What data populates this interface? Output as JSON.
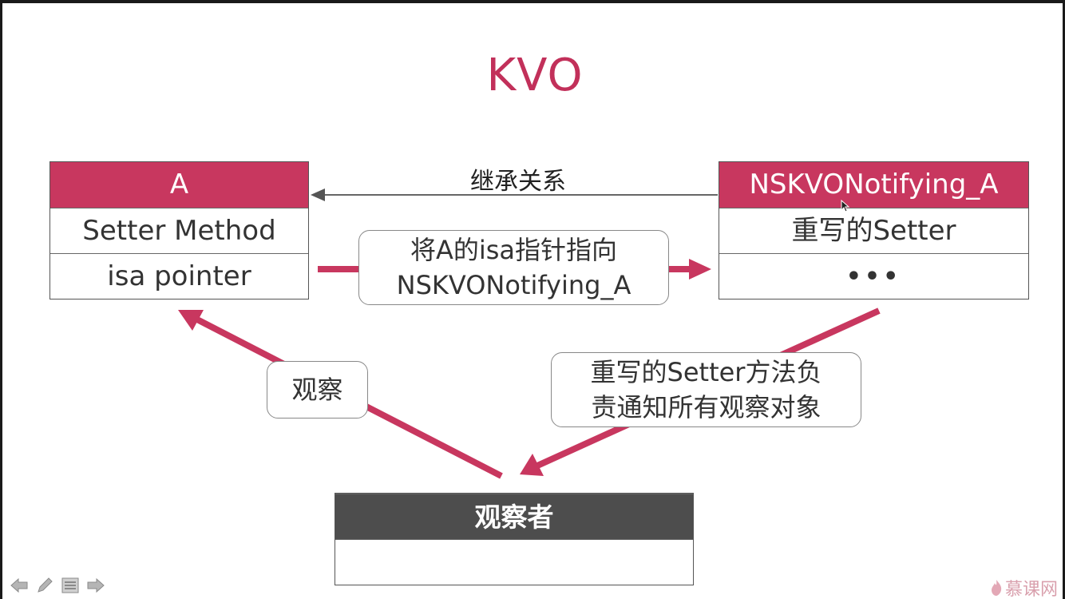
{
  "title": "KVO",
  "class_a": {
    "header": "A",
    "rows": [
      "Setter Method",
      "isa pointer"
    ]
  },
  "class_kvo": {
    "header": "NSKVONotifying_A",
    "rows": [
      "重写的Setter",
      "•••"
    ]
  },
  "observer": {
    "header": "观察者"
  },
  "labels": {
    "inherit": "继承关系",
    "isa_line1": "将A的isa指针指向",
    "isa_line2": "NSKVONotifying_A",
    "observe": "观察",
    "notify_line1": "重写的Setter方法负",
    "notify_line2": "责通知所有观察对象"
  },
  "footer": {
    "logo_text": "慕课网",
    "logo_icon": "flame-icon",
    "tool_icons": [
      "arrow-left-icon",
      "pen-icon",
      "menu-icon",
      "arrow-right-icon"
    ]
  },
  "colors": {
    "accent": "#c8375f",
    "title": "#c2305a",
    "dark_header": "#4d4d4d"
  }
}
